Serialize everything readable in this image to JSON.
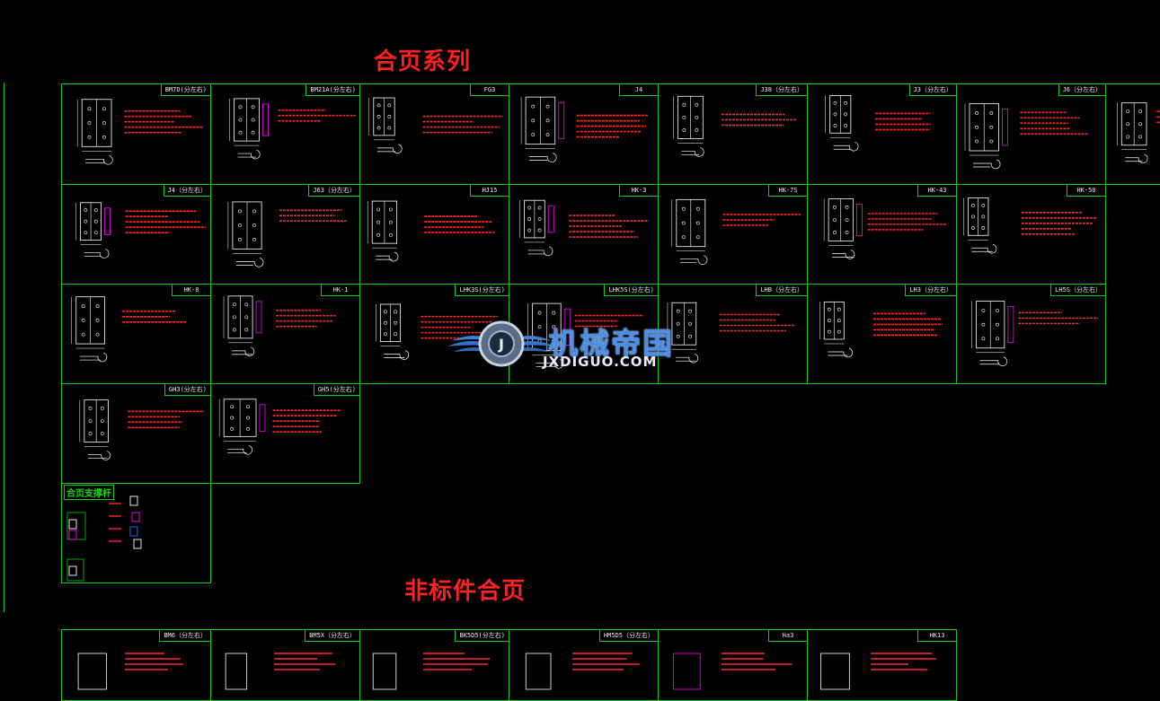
{
  "titles": {
    "hinge_series": "合页系列",
    "non_standard": "非标件合页"
  },
  "watermark": {
    "chinese": "机械帝国",
    "url": "JXDIGUO.COM"
  },
  "support_section": {
    "label": "合页支撑杆"
  },
  "colors": {
    "frame": "#15c815",
    "notes": "#ff2a2a",
    "drawing": "#ffffff",
    "accent": "#ff00ff",
    "title": "#ff2020",
    "watermark": "#4c8fe8"
  },
  "cells": [
    {
      "tag": "BM7D(分左右)"
    },
    {
      "tag": "BM21A(分左右)"
    },
    {
      "tag": "FG3"
    },
    {
      "tag": "J4"
    },
    {
      "tag": "J38（分左右）"
    },
    {
      "tag": "J3（分左右）"
    },
    {
      "tag": "J6（分左右）"
    },
    {
      "tag": ""
    },
    {
      "tag": "J4（分左右）"
    },
    {
      "tag": "J63（分左右）"
    },
    {
      "tag": "HJ15"
    },
    {
      "tag": "HK-3"
    },
    {
      "tag": "HK-7S"
    },
    {
      "tag": "HK-43"
    },
    {
      "tag": "HK-50"
    },
    {
      "tag": "HK-8"
    },
    {
      "tag": "HK-1"
    },
    {
      "tag": "LHK3S(分左右)"
    },
    {
      "tag": "LHK5S(分左右)"
    },
    {
      "tag": "LHB（分左右）"
    },
    {
      "tag": "LH3（分左右）"
    },
    {
      "tag": "LH5S（分左右）"
    },
    {
      "tag": "GH3(分左右)"
    },
    {
      "tag": "GH5(分左右)"
    },
    {
      "tag": "BM6（分左右）"
    },
    {
      "tag": "BM5X（分左右）"
    },
    {
      "tag": "BK5D5(分左右)"
    },
    {
      "tag": "HM5D5（分左右）"
    },
    {
      "tag": "Ha3"
    },
    {
      "tag": "HK13"
    }
  ]
}
